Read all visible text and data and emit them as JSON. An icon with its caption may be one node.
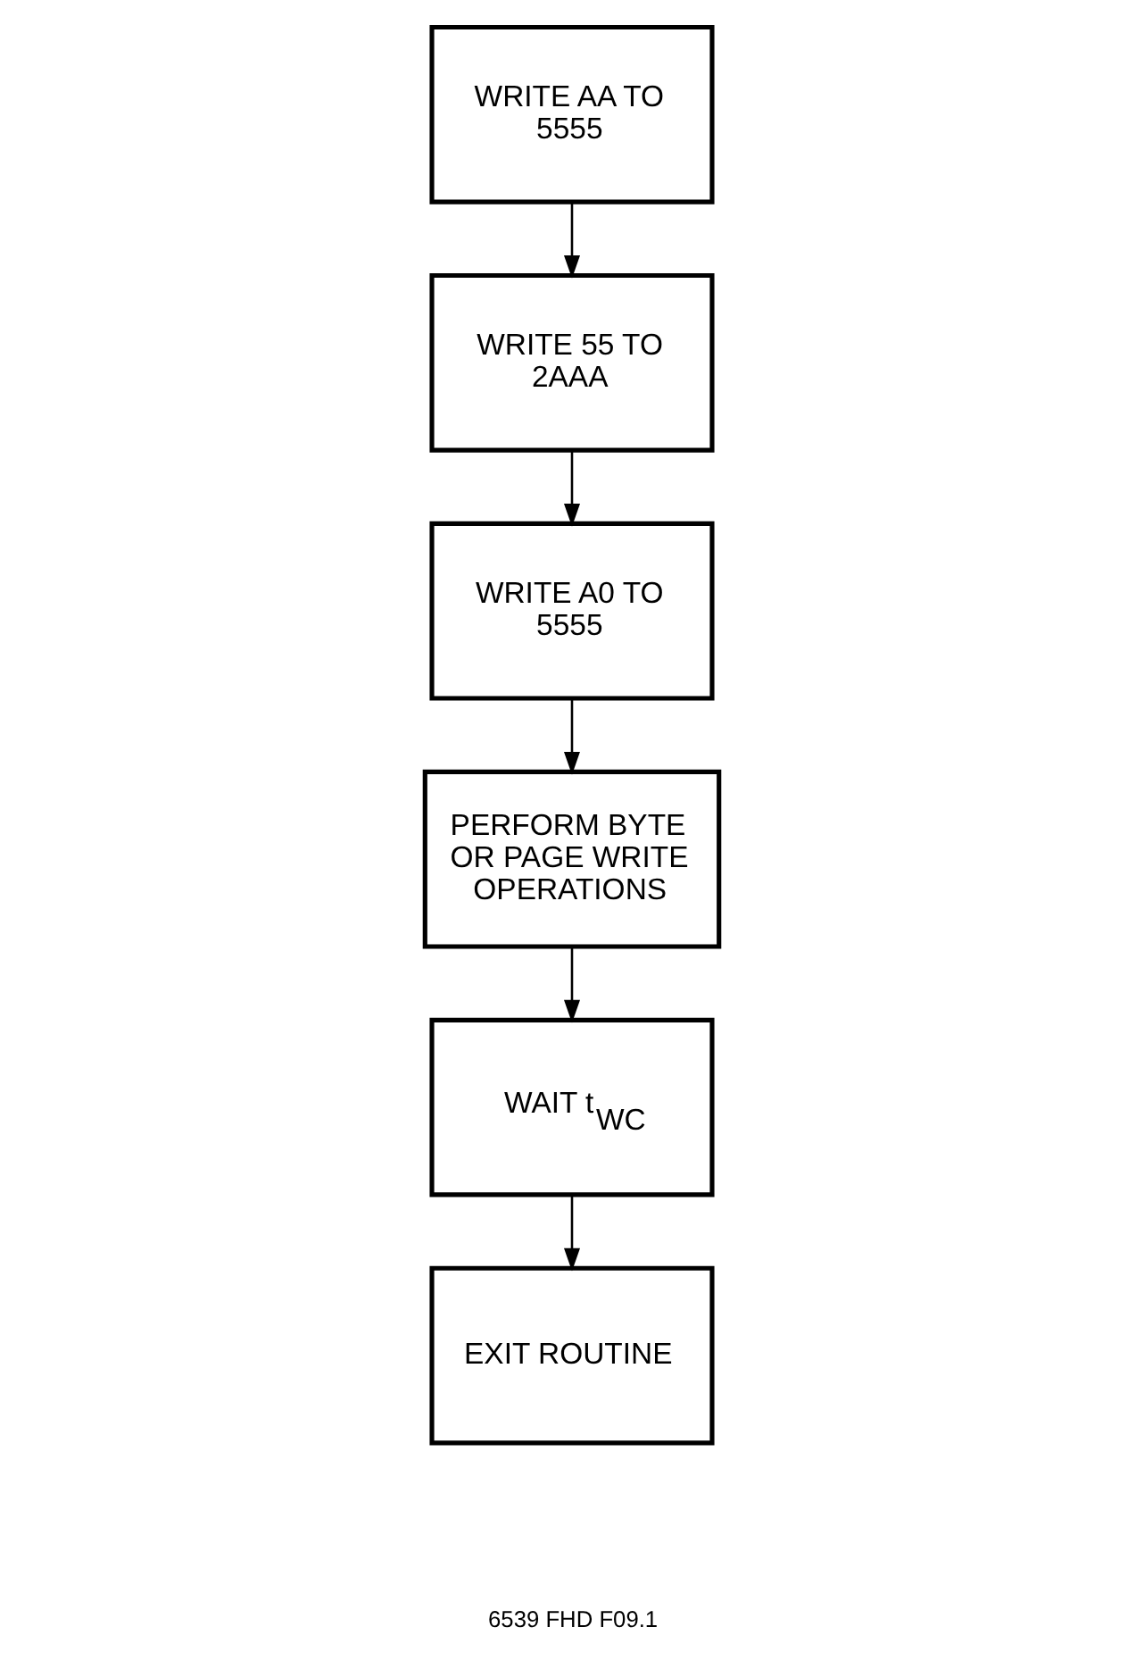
{
  "diagram": {
    "nodes": [
      {
        "text": [
          "WRITE AA TO 5555"
        ]
      },
      {
        "text": [
          "WRITE 55 TO 2AAA"
        ]
      },
      {
        "text": [
          "WRITE A0 TO 5555"
        ]
      },
      {
        "text": [
          "PERFORM BYTE OR PAGE WRITE OPERATIONS"
        ]
      },
      {
        "text": [
          "WAIT t$_{WC}$"
        ]
      },
      {
        "text": [
          "EXIT ROUTINE"
        ]
      }
    ],
    "edges": [
      {
        "from": 0,
        "to": 1,
        "arrow": "to"
      },
      {
        "from": 1,
        "to": 2,
        "arrow": "to"
      },
      {
        "from": 2,
        "to": 3,
        "arrow": "to"
      },
      {
        "from": 3,
        "to": 4,
        "arrow": "to"
      },
      {
        "from": 4,
        "to": 5,
        "arrow": "to"
      }
    ],
    "labels": [
      "6539 FHD F09.1"
    ]
  }
}
